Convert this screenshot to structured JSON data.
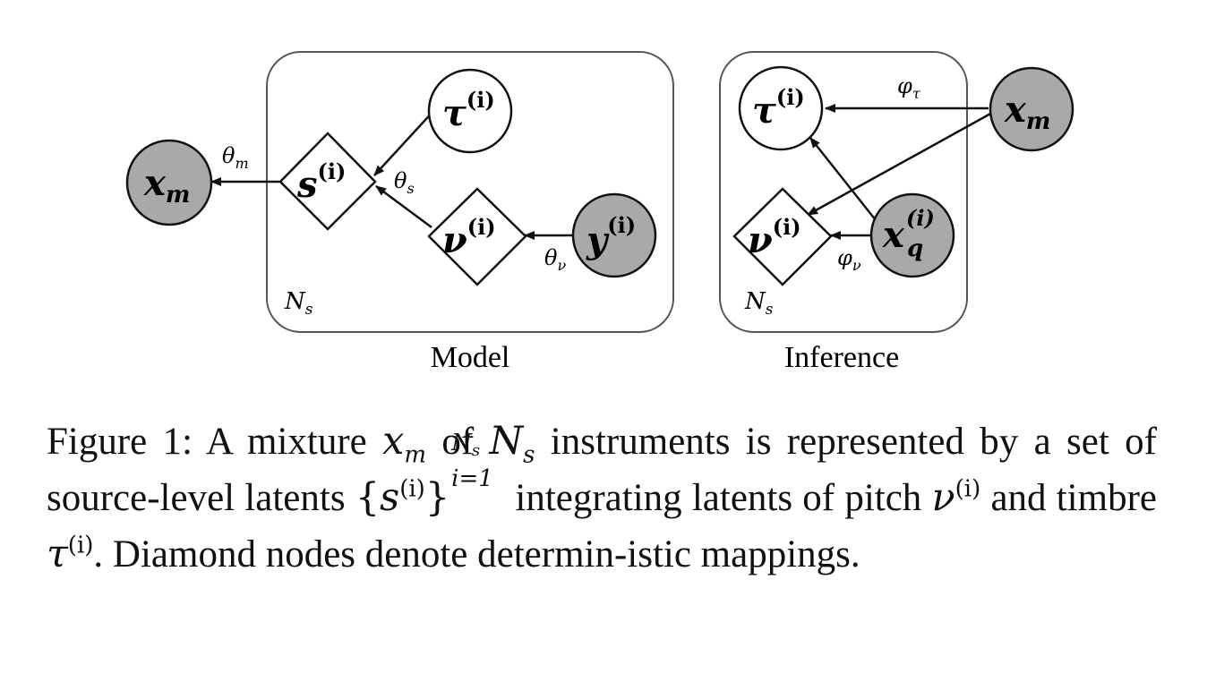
{
  "panels": {
    "model": {
      "caption": "Model",
      "plate_label": "N",
      "plate_label_sub": "s"
    },
    "inference": {
      "caption": "Inference",
      "plate_label": "N",
      "plate_label_sub": "s"
    }
  },
  "nodes": {
    "model_xm": {
      "base": "x",
      "sub": "m",
      "kind": "observed-circle"
    },
    "model_s": {
      "base": "s",
      "sup": "(i)",
      "kind": "deterministic-diamond"
    },
    "model_tau": {
      "base": "τ",
      "sup": "(i)",
      "kind": "latent-circle"
    },
    "model_nu": {
      "base": "ν",
      "sup": "(i)",
      "kind": "deterministic-diamond"
    },
    "model_y": {
      "base": "y",
      "sup": "(i)",
      "kind": "observed-circle"
    },
    "inf_tau": {
      "base": "τ",
      "sup": "(i)",
      "kind": "latent-circle"
    },
    "inf_nu": {
      "base": "ν",
      "sup": "(i)",
      "kind": "deterministic-diamond"
    },
    "inf_xm": {
      "base": "x",
      "sub": "m",
      "kind": "observed-circle"
    },
    "inf_xq": {
      "base": "x",
      "sub": "q",
      "sup": "(i)",
      "kind": "observed-circle"
    }
  },
  "edge_labels": {
    "theta_m": {
      "base": "θ",
      "sub": "m"
    },
    "theta_s": {
      "base": "θ",
      "sub": "s"
    },
    "theta_nu": {
      "base": "θ",
      "sub": "ν"
    },
    "phi_tau": {
      "base": "φ",
      "sub": "τ"
    },
    "phi_nu": {
      "base": "φ",
      "sub": "ν"
    }
  },
  "colors": {
    "observed_fill": "#a9a9a9",
    "stroke": "#111111",
    "plate_stroke": "#555555"
  },
  "caption": {
    "p1": "Figure 1: A mixture ",
    "x": "x",
    "m": "m",
    "p2": " of ",
    "N": "N",
    "s": "s",
    "p3": " instruments is represented by a set of source-level latents ",
    "lbrace": "{",
    "svar": "s",
    "sup_i": "(i)",
    "rbrace": "}",
    "set_upper_N": "N",
    "set_upper_s": "s",
    "set_lower": "i=1",
    "p4": " integrating latents of pitch ",
    "nu": "ν",
    "nu_sup": "(i)",
    "p5": " and timbre ",
    "tau": "τ",
    "tau_sup": "(i)",
    "p6": ". Diamond nodes denote determin-istic mappings."
  }
}
